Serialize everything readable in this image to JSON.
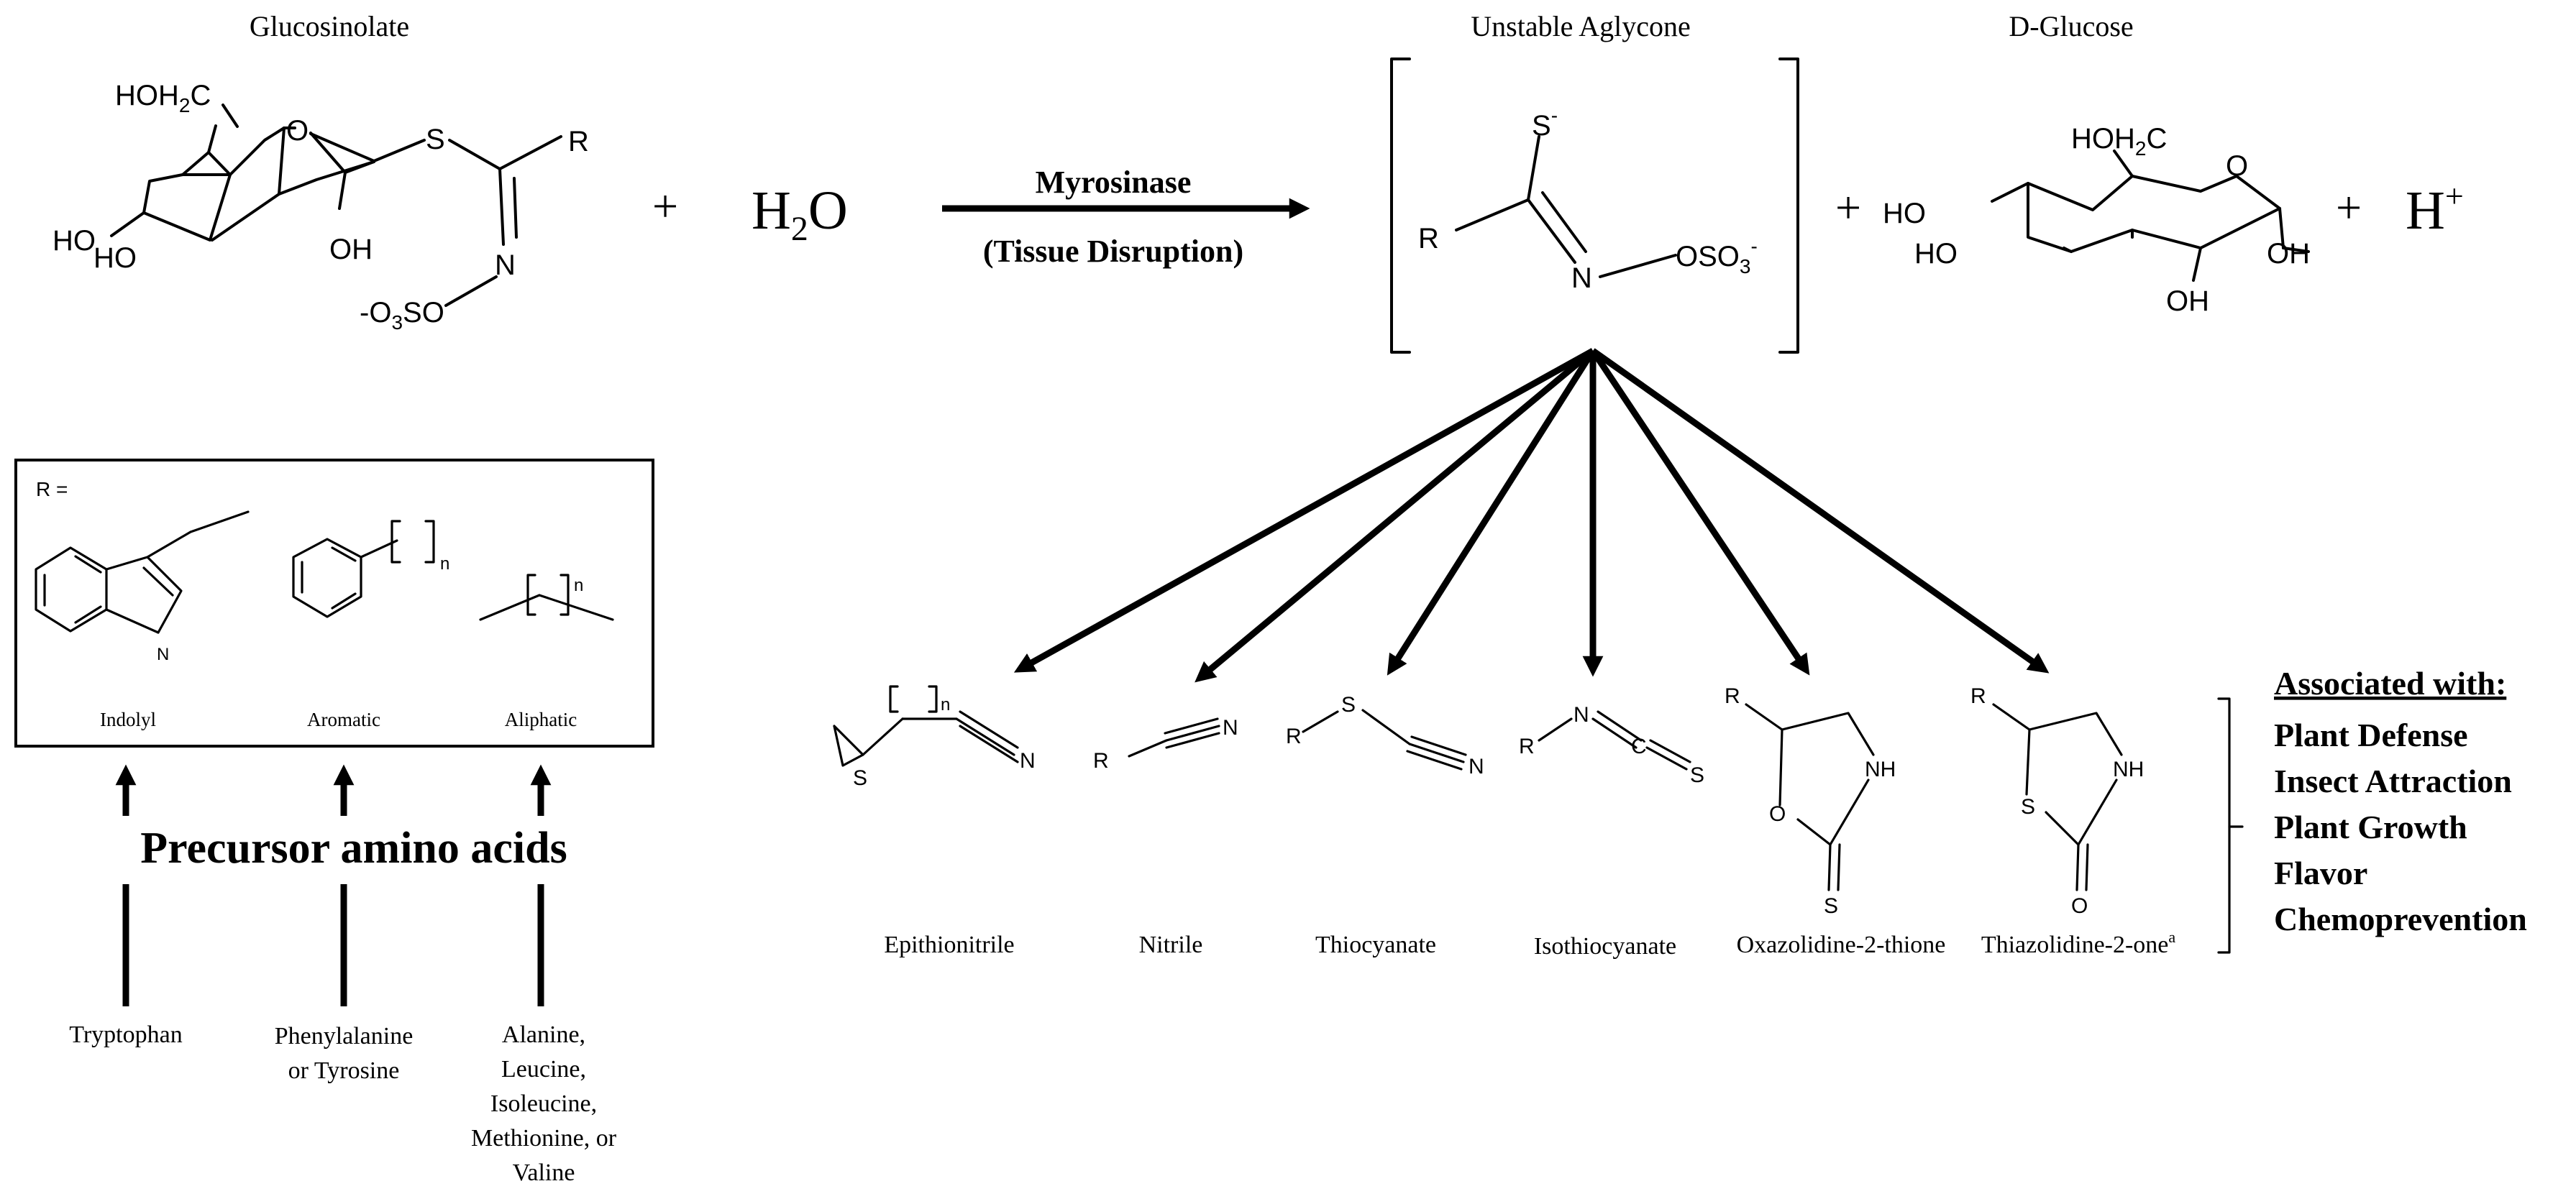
{
  "headers": {
    "glucosinolate": "Glucosinolate",
    "aglycone": "Unstable Aglycone",
    "glucose": "D-Glucose"
  },
  "reaction": {
    "plus": "+",
    "water": {
      "base": "H",
      "sub": "2",
      "tail": "O"
    },
    "proton": {
      "base": "H",
      "sup": "+"
    },
    "enzyme": "Myrosinase",
    "condition": "(Tissue Disruption)"
  },
  "atoms": {
    "hoh2c": "HOH",
    "c": "C",
    "o": "O",
    "s": "S",
    "r": "R",
    "ho": "HO",
    "oh": "OH",
    "n": "N",
    "nh": "NH",
    "o3so_pre": "-O",
    "o3so_sub": "3",
    "o3so_post": "SO",
    "oso3": "OSO",
    "oso3_sub": "3",
    "minus": "-",
    "two": "2",
    "n_sub": "n"
  },
  "r_box": {
    "label": "R =",
    "groups": [
      "Indolyl",
      "Aromatic",
      "Aliphatic"
    ]
  },
  "precursor": {
    "title": "Precursor amino acids",
    "sources": [
      [
        "Tryptophan"
      ],
      [
        "Phenylalanine",
        "or Tyrosine"
      ],
      [
        "Alanine,",
        "Leucine,",
        "Isoleucine,",
        "Methionine, or",
        "Valine"
      ]
    ]
  },
  "products": [
    {
      "name": "Epithionitrile"
    },
    {
      "name": "Nitrile"
    },
    {
      "name": "Thiocyanate"
    },
    {
      "name": "Isothiocyanate"
    },
    {
      "name": "Oxazolidine-2-thione"
    },
    {
      "name": "Thiazolidine-2-one",
      "sup": "a"
    }
  ],
  "associated": {
    "title": "Associated with:",
    "items": [
      "Plant Defense",
      "Insect Attraction",
      "Plant Growth",
      "Flavor",
      "Chemoprevention"
    ]
  }
}
